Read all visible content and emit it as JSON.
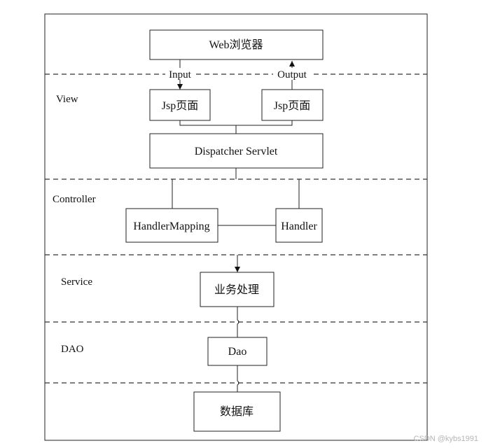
{
  "layers": {
    "view": "View",
    "controller": "Controller",
    "service": "Service",
    "dao": "DAO"
  },
  "boxes": {
    "browser": "Web浏览器",
    "jsp_left": "Jsp页面",
    "jsp_right": "Jsp页面",
    "dispatcher": "Dispatcher Servlet",
    "handler_mapping": "HandlerMapping",
    "handler": "Handler",
    "business": "业务处理",
    "dao": "Dao",
    "database": "数据库"
  },
  "arrows": {
    "input": "Input",
    "output": "Output"
  },
  "watermark": "CSDN @kybs1991"
}
